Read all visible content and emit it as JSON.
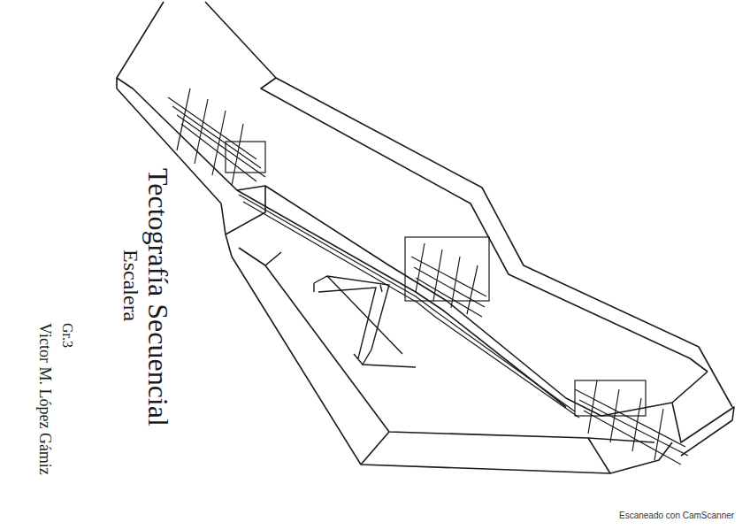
{
  "diagram": {
    "title": "Tectografía Secuencial",
    "labels": [
      "Escalera",
      "Gr.3",
      "Victor M. López Gámiz",
      "Escaneado con CamScanner"
    ]
  }
}
